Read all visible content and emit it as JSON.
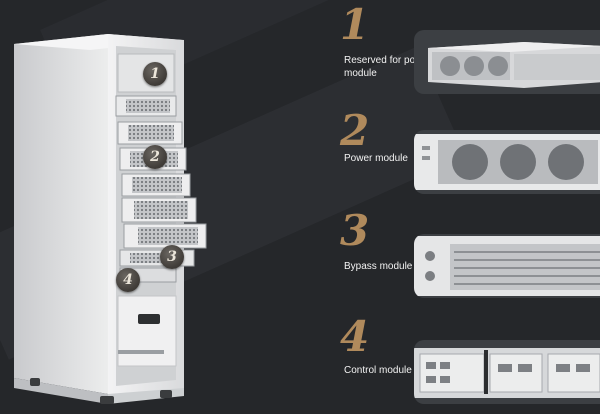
{
  "modules": [
    {
      "number": "1",
      "label": "Reserved for power module",
      "icon": "reserved-slot"
    },
    {
      "number": "2",
      "label": "Power module",
      "icon": "power-module"
    },
    {
      "number": "3",
      "label": "Bypass module",
      "icon": "bypass-module"
    },
    {
      "number": "4",
      "label": "Control module",
      "icon": "control-module"
    }
  ],
  "cabinet_badges": [
    "1",
    "2",
    "3",
    "4"
  ],
  "colors": {
    "background": "#25272a",
    "number_accent": "#b08a5c",
    "label_text": "#f2f2f2",
    "cabinet_body": "#e6e7e9"
  }
}
